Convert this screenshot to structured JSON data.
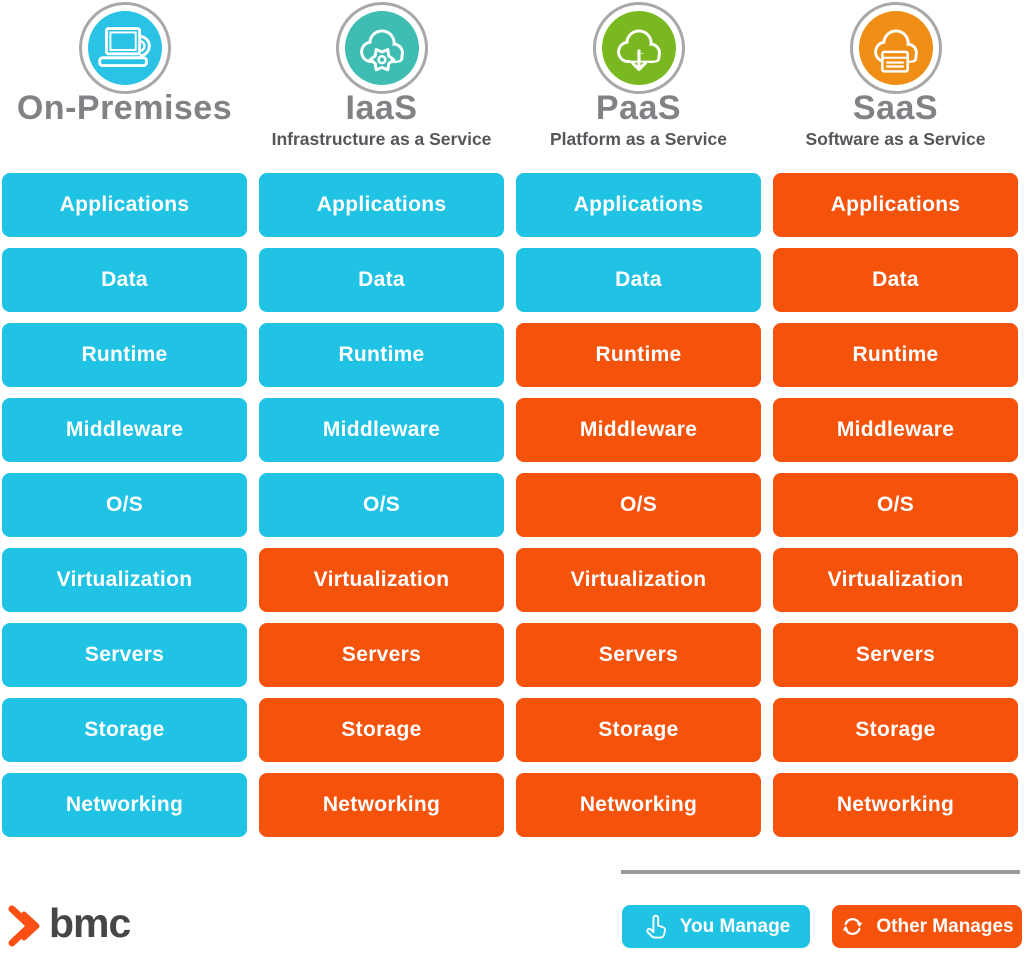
{
  "header": {
    "columns": [
      {
        "title": "On-Premises",
        "subtitle": "",
        "icon": "laptop-mug-icon",
        "circle_color": "#2ac3e6"
      },
      {
        "title": "IaaS",
        "subtitle": "Infrastructure as a Service",
        "icon": "cloud-gear-icon",
        "circle_color": "#3fbdb2"
      },
      {
        "title": "PaaS",
        "subtitle": "Platform as a Service",
        "icon": "cloud-download-icon",
        "circle_color": "#79b821"
      },
      {
        "title": "SaaS",
        "subtitle": "Software as a Service",
        "icon": "cloud-window-icon",
        "circle_color": "#f18e15"
      }
    ]
  },
  "matrix": {
    "columns": [
      "On-Premises",
      "IaaS",
      "PaaS",
      "SaaS"
    ],
    "row_labels": [
      "Applications",
      "Data",
      "Runtime",
      "Middleware",
      "O/S",
      "Virtualization",
      "Servers",
      "Storage",
      "Networking"
    ],
    "ownership": [
      [
        "you",
        "you",
        "you",
        "other"
      ],
      [
        "you",
        "you",
        "you",
        "other"
      ],
      [
        "you",
        "you",
        "other",
        "other"
      ],
      [
        "you",
        "you",
        "other",
        "other"
      ],
      [
        "you",
        "you",
        "other",
        "other"
      ],
      [
        "you",
        "other",
        "other",
        "other"
      ],
      [
        "you",
        "other",
        "other",
        "other"
      ],
      [
        "you",
        "other",
        "other",
        "other"
      ],
      [
        "you",
        "other",
        "other",
        "other"
      ]
    ]
  },
  "legend": {
    "you_manage_label": "You Manage",
    "other_manages_label": "Other Manages"
  },
  "colors": {
    "you_manage": "#20c3e4",
    "other_manages": "#f5520c",
    "brand_symbol": "#fb4f14"
  },
  "footer": {
    "brand": "bmc"
  }
}
